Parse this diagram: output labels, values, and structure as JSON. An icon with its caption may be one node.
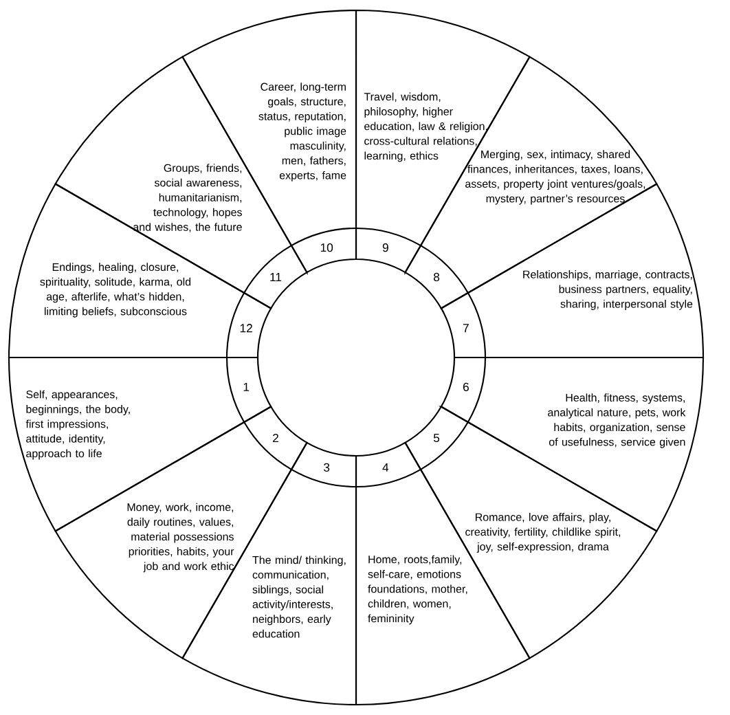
{
  "diagram": {
    "nodes": [
      {
        "text": [
          "Self, appearances, beginnings, the body, first impressions, attitude, identity, approach to life",
          "1"
        ]
      },
      {
        "text": [
          "2",
          "Money, work, income, daily routines, values, material possessions priorities, habits, your job and work ethic"
        ]
      },
      {
        "text": [
          "3",
          "The mind/ thinking, communication, siblings, social activity/interests, neighbors, early education"
        ]
      },
      {
        "text": [
          "4",
          "Home, roots,family, self-care, emotions foundations, mother, children, women, femininity"
        ]
      },
      {
        "text": [
          "5",
          "Romance, love affairs, play, creativity, fertility, childlike spirit, joy, self-expression, drama"
        ]
      },
      {
        "text": [
          "6",
          "Health, fitness, systems, analytical nature, pets, work habits, organization, sense of usefulness, service given"
        ]
      },
      {
        "text": [
          "Relationships, marriage, contracts, business partners, equality, sharing, interpersonal style",
          "7"
        ]
      },
      {
        "text": [
          "Merging, sex, intimacy, shared finances, inheritances, taxes, loans, assets, property joint ventures/goals, mystery, partner’s resources",
          "8"
        ]
      },
      {
        "text": [
          "Travel, wisdom, philosophy, higher education, law & religion, cross-cultural relations, learning, ethics",
          "9"
        ]
      },
      {
        "text": [
          "Career, long-term goals, structure, status, reputation, public image masculinity, men, fathers, experts, fame",
          "10"
        ]
      },
      {
        "text": [
          "Groups, friends, social awareness, humanitarianism, technology, hopes and wishes, the future",
          "11"
        ]
      },
      {
        "text": [
          "Endings, healing, closure, spirituality, solitude, karma, old age, afterlife, what’s hidden, limiting beliefs, subconscious",
          "12"
        ]
      }
    ]
  }
}
